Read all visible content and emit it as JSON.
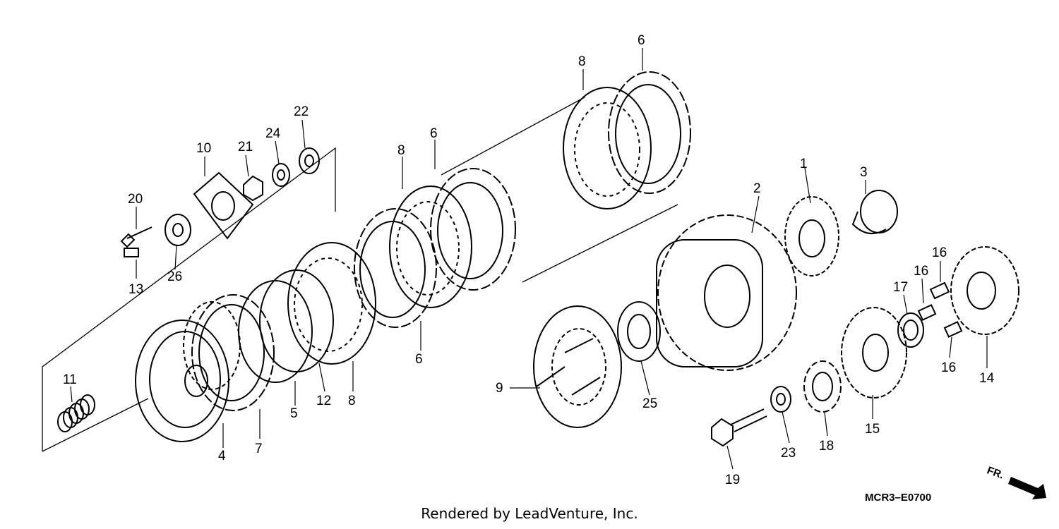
{
  "diagram": {
    "callouts": [
      "1",
      "2",
      "3",
      "4",
      "5",
      "6",
      "6",
      "6",
      "7",
      "8",
      "8",
      "8",
      "9",
      "10",
      "11",
      "12",
      "13",
      "14",
      "15",
      "16",
      "16",
      "16",
      "17",
      "18",
      "19",
      "20",
      "21",
      "22",
      "23",
      "24",
      "25",
      "26"
    ],
    "code": "MCR3–E0700",
    "direction_label": "FR."
  },
  "footer": {
    "text": "Rendered by LeadVenture, Inc."
  }
}
